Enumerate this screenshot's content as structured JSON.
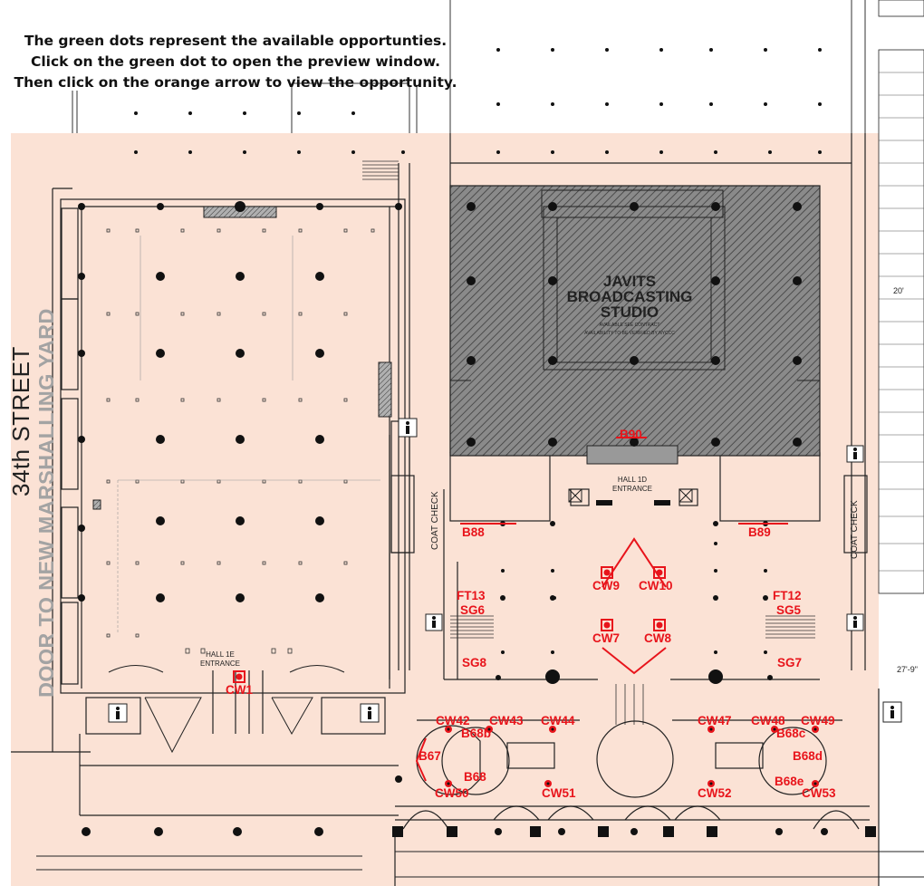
{
  "instructions": {
    "line1": "The green dots represent the available opportunties.",
    "line2": "Click on the green dot to open the preview window.",
    "line3": "Then click on the orange arrow to view the opportunity."
  },
  "street_label": "34th STREET",
  "door_label": "DOOR TO NEW MARSHALLING YARD",
  "studio": {
    "line1": "JAVITS",
    "line2": "BROADCASTING",
    "line3": "STUDIO",
    "sub1": "AVAILABLE SEE CONTRACT",
    "sub2": "AVAILABILITY TO BE VERIFIED BY NYCCC"
  },
  "halls": {
    "hall_1e_line1": "HALL 1E",
    "hall_1e_line2": "ENTRANCE",
    "hall_1d_line1": "HALL 1D",
    "hall_1d_line2": "ENTRANCE"
  },
  "coat_check": "COAT CHECK",
  "dimensions": {
    "a": "20'",
    "b": "27'-9\""
  },
  "colors": {
    "highlight_area": "#fbe2d5",
    "label_red": "#e8141b",
    "hatch": "#555555"
  },
  "opportunities": [
    {
      "id": "B90"
    },
    {
      "id": "B88"
    },
    {
      "id": "B89"
    },
    {
      "id": "CW9"
    },
    {
      "id": "CW10"
    },
    {
      "id": "CW7"
    },
    {
      "id": "CW8"
    },
    {
      "id": "FT13"
    },
    {
      "id": "SG6"
    },
    {
      "id": "SG8"
    },
    {
      "id": "FT12"
    },
    {
      "id": "SG5"
    },
    {
      "id": "SG7"
    },
    {
      "id": "CW1"
    },
    {
      "id": "CW42"
    },
    {
      "id": "CW43"
    },
    {
      "id": "CW44"
    },
    {
      "id": "B68b"
    },
    {
      "id": "B67"
    },
    {
      "id": "B68"
    },
    {
      "id": "CW50"
    },
    {
      "id": "CW51"
    },
    {
      "id": "CW47"
    },
    {
      "id": "CW48"
    },
    {
      "id": "CW49"
    },
    {
      "id": "B68c"
    },
    {
      "id": "B68d"
    },
    {
      "id": "B68e"
    },
    {
      "id": "CW52"
    },
    {
      "id": "CW53"
    }
  ]
}
